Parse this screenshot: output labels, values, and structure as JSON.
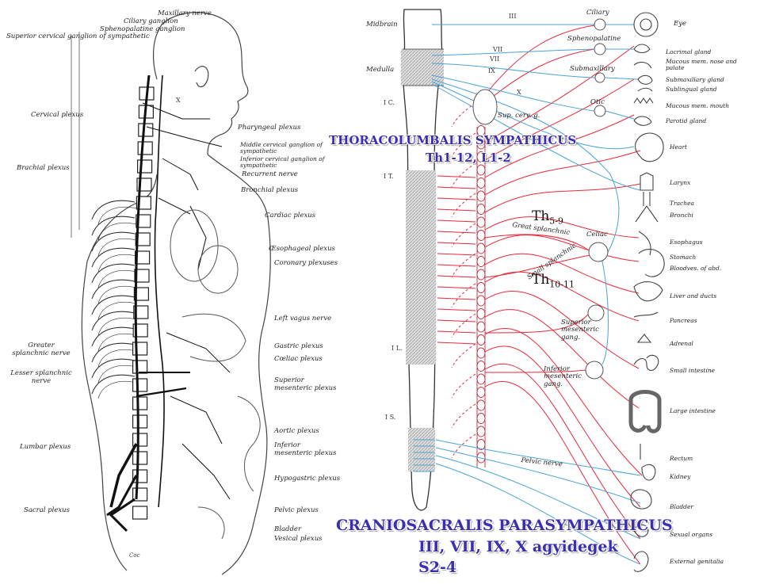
{
  "titles": {
    "sympathetic": "THORACOLUMBALIS SYMPATHICUS",
    "sympathetic_segments": "Th1-12, L1-2",
    "parasympathetic": "CRANIOSACRALIS PARASYMPATHICUS",
    "cranial_nerves": "III, VII, IX, X agyidegek",
    "sacral_segments": "S2-4"
  },
  "th_labels": {
    "great": {
      "main": "Th",
      "sub": "5-9"
    },
    "small": {
      "main": "Th",
      "sub": "10-11"
    }
  },
  "left_figure": {
    "left_labels": [
      "Cervical plexus",
      "Brachial plexus",
      "Greater splanchnic nerve",
      "Lesser splanchnic nerve",
      "Lumbar plexus",
      "Sacral plexus"
    ],
    "top_labels": [
      "Maxillary nerve",
      "Ciliary ganglion",
      "Sphenopalatine ganglion",
      "Superior cervical ganglion of sympathetic"
    ],
    "right_labels": [
      "Pharyngeal plexus",
      "Middle cervical ganglion of sympathetic",
      "Inferior cervical ganglion of sympathetic",
      "Recurrent nerve",
      "Bronchial plexus",
      "Cardiac plexus",
      "Œsophageal plexus",
      "Coronary plexuses",
      "Left vagus nerve",
      "Gastric plexus",
      "Cœliac plexus",
      "Superior mesenteric plexus",
      "Aortic plexus",
      "Inferior mesenteric plexus",
      "Hypogastric plexus",
      "Pelvic plexus",
      "Bladder",
      "Vesical plexus"
    ],
    "small_marks": [
      "X",
      "Coc"
    ]
  },
  "right_figure": {
    "cord_labels": [
      "Midbrain",
      "Medulla",
      "I C.",
      "I T.",
      "I L.",
      "I S."
    ],
    "nerve_labels": [
      "III",
      "VII",
      "VII",
      "IX",
      "X"
    ],
    "ganglia": [
      "Ciliary",
      "Sphenopalatine",
      "Submaxillary",
      "Otic",
      "Sup. cerv. g.",
      "Celiac",
      "Superior mesenteric gang.",
      "Inferior mesenteric gang."
    ],
    "nerves": [
      "Great splanchnic",
      "Small splanchnic",
      "Pelvic nerve"
    ],
    "organs": [
      "Eye",
      "Lacrimal gland",
      "Mucous mem. nose and palate",
      "Submaxillary gland",
      "Sublingual gland",
      "Mucous mem. mouth",
      "Parotid gland",
      "Heart",
      "Larynx",
      "Trachea",
      "Bronchi",
      "Esophagus",
      "Stomach",
      "Bloodves. of abd.",
      "Liver and ducts",
      "Pancreas",
      "Adrenal",
      "Small intestine",
      "Large intestine",
      "Rectum",
      "Kidney",
      "Bladder",
      "Sexual organs",
      "External genitalia"
    ]
  },
  "colors": {
    "sympathetic_line": "#e8293a",
    "parasympathetic_line": "#4ba3d6",
    "title_text": "#3a2fb0",
    "ink": "#222222"
  }
}
